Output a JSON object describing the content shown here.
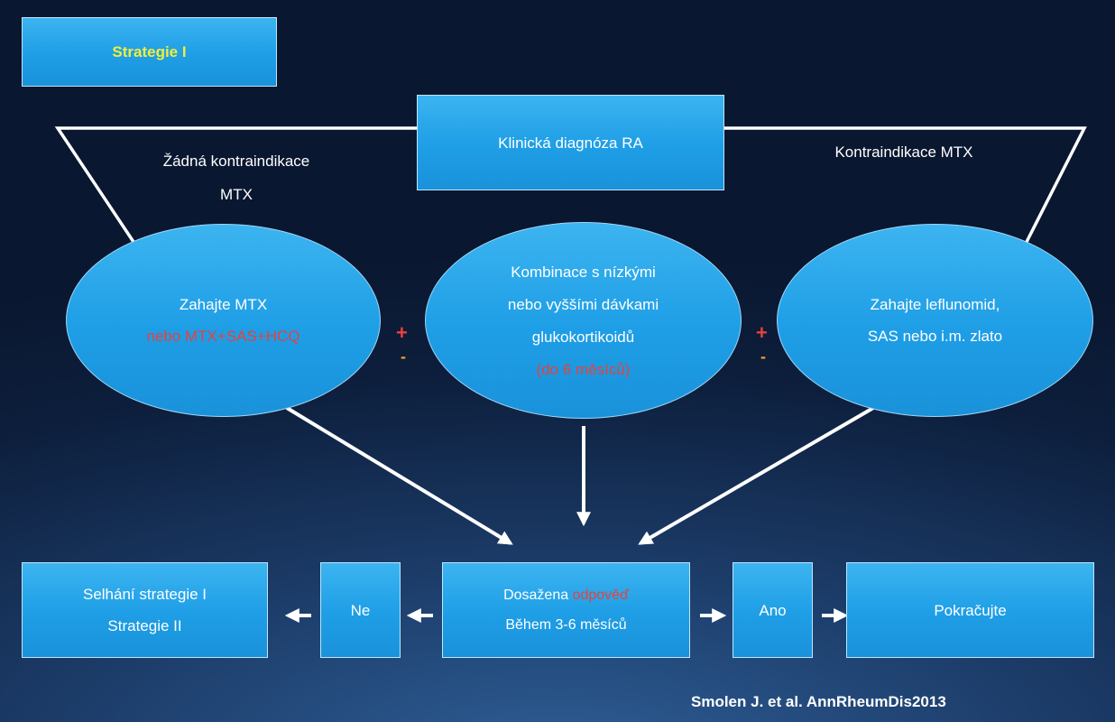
{
  "strategy_box": {
    "label": "Strategie I"
  },
  "diagnosis_box": {
    "label": "Klinická diagnóza RA"
  },
  "left_branch_label": {
    "line1": "Žádná kontraindikace",
    "line2": "MTX"
  },
  "right_branch_label": {
    "label": "Kontraindikace MTX"
  },
  "left_ellipse": {
    "line1": "Zahajte MTX",
    "line2": "nebo MTX+SAS+HCQ"
  },
  "center_ellipse": {
    "line1": "Kombinace s nízkými",
    "line2": "nebo vyššími dávkami",
    "line3": "glukokortikoidů",
    "line4": "(do 6 měsíců)"
  },
  "right_ellipse": {
    "line1": "Zahajte leflunomid,",
    "line2": "SAS nebo i.m. zlato"
  },
  "signs": {
    "plus": "+",
    "minus": "-"
  },
  "response_box": {
    "line1_a": "Dosažena ",
    "line1_b": "odpověď",
    "line2": "Během 3-6 měsíců"
  },
  "no_box": {
    "label": "Ne"
  },
  "yes_box": {
    "label": "Ano"
  },
  "failure_box": {
    "line1": "Selhání strategie I",
    "line2": "Strategie II"
  },
  "continue_box": {
    "label": "Pokračujte"
  },
  "credit": {
    "text": "Smolen J. et al. AnnRheumDis2013"
  },
  "colors": {
    "box_fill": "#1e9ee6",
    "accent_red": "#e8413c",
    "accent_yellow": "#f2ee3a",
    "minus_orange": "#f0a020",
    "line_white": "#ffffff",
    "background_dark": "#0d1f3d"
  }
}
